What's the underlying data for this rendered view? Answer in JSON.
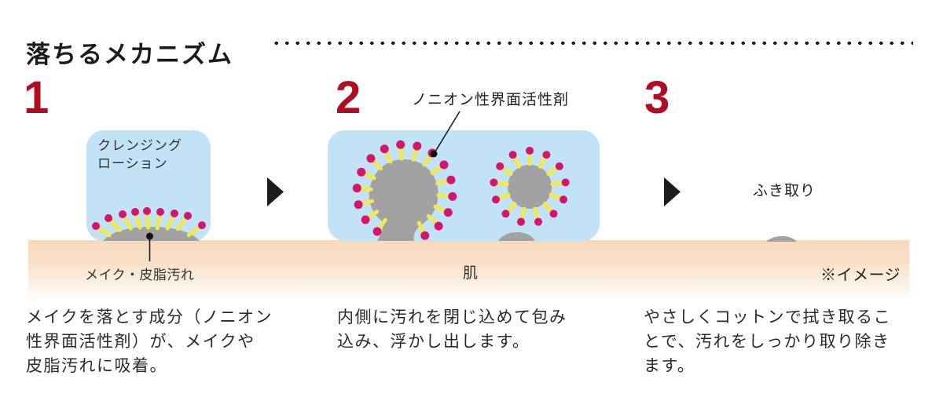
{
  "title": "落ちるメカニズム",
  "steps": [
    {
      "number": "1",
      "caption": "メイクを落とす成分（ノニオン\n性界面活性剤）が、メイクや\n皮脂汚れに吸着。"
    },
    {
      "number": "2",
      "caption": "内側に汚れを閉じ込めて包み\n込み、浮かし出します。"
    },
    {
      "number": "3",
      "caption": "やさしくコットンで拭き取るこ\nとで、汚れをしっかり取り除き\nます。"
    }
  ],
  "labels": {
    "lotion": "クレンジング\nローション",
    "surfactant": "ノニオン性界面活性剤",
    "makeup_sebum": "メイク・皮脂汚れ",
    "skin": "肌",
    "wipe": "ふき取り",
    "image_note": "※イメージ"
  },
  "icons": {
    "step_arrow": "arrow-right-icon",
    "surfactant_molecule": "yellow-tail-magenta-head-icon"
  },
  "colors": {
    "lotion_blue": "#c2e2f5",
    "dirt_gray": "#a2a2a2",
    "surfactant_tail_yellow": "#f2e94c",
    "surfactant_head_magenta": "#d3156c",
    "step_number_red": "#ad0e23",
    "skin_gradient_top": "#f7d9bd",
    "skin_gradient_bottom": "#fefcfa",
    "text": "#2b2b2b"
  }
}
